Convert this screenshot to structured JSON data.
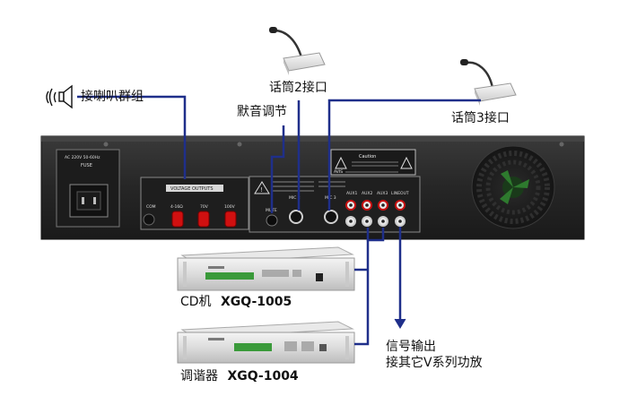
{
  "labels": {
    "speaker_group": "接喇叭群组",
    "mic2": "话筒2接口",
    "mute": "默音调节",
    "mic3": "话筒3接口",
    "cd_player": "CD机",
    "cd_model": "XGQ-1005",
    "tuner": "调谐器",
    "tuner_model": "XGQ-1004",
    "signal_out_line1": "信号输出",
    "signal_out_line2": "接其它V系列功放"
  },
  "panel_text": {
    "power_rating": "AC 220V 50-60Hz",
    "fuse": "FUSE",
    "outputs_title": "VOLTAGE OUTPUTS",
    "out_com": "COM",
    "out_4_16": "4-16Ω",
    "out_70v": "70V",
    "out_100v": "100V",
    "mute_jack": "MUTE",
    "mic2_jack": "MIC 2",
    "mic3_jack": "MIC 3",
    "aux1": "AUX1",
    "aux2": "AUX2",
    "aux3": "AUX3",
    "lineout": "LINEOUT",
    "caution": "Caution",
    "avis": "AVIS"
  },
  "colors": {
    "wire": "#1f2f8a",
    "amp_body": "#2a2a2a",
    "terminal_red": "#d01010"
  }
}
